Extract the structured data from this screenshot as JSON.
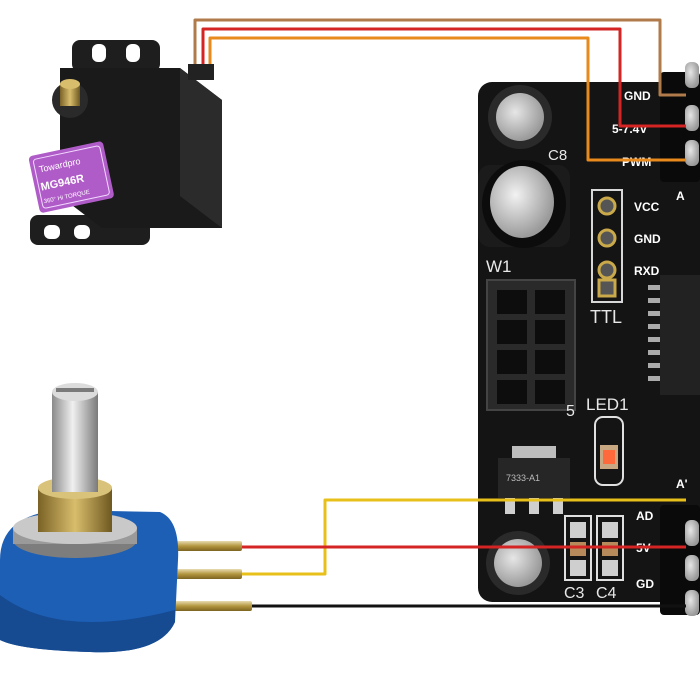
{
  "servo": {
    "brand": "Towardpro",
    "model": "MG946R",
    "torque_note": "360° Hi TORQUE"
  },
  "board": {
    "servo_header": [
      "GND",
      "5-7.4V",
      "PWM"
    ],
    "header_mark_top": "A",
    "ttl_pins": [
      "VCC",
      "GND",
      "RXD"
    ],
    "ttl_label": "TTL",
    "cap_label": "C8",
    "connector_label": "W1",
    "led_label": "LED1",
    "reg_partial": "5",
    "reg_code": "7333-A1",
    "pot_header": [
      "AD",
      "5V",
      "GD"
    ],
    "header_mark_bottom": "A'",
    "cap_labels_bottom": [
      "C3",
      "C4"
    ]
  },
  "colors": {
    "pcb": "#141414",
    "wire_brown": "#b07a4a",
    "wire_red": "#d42424",
    "wire_orange": "#e88a1c",
    "wire_yellow": "#e8c01a",
    "wire_black": "#111111",
    "pot_body": "#1d5fb5",
    "brass": "#b89a4a",
    "servo_label": "#b05cc8"
  }
}
